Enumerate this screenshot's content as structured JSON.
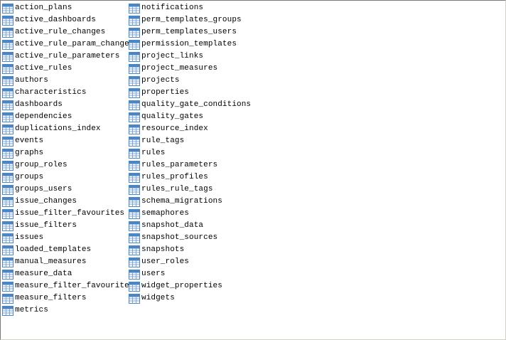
{
  "icon": "table-icon",
  "colors": {
    "icon_header": "#4a86c5",
    "icon_grid": "#7ba6d6",
    "icon_body": "#ffffff"
  },
  "tables": {
    "column1": [
      "action_plans",
      "active_dashboards",
      "active_rule_changes",
      "active_rule_param_changes",
      "active_rule_parameters",
      "active_rules",
      "authors",
      "characteristics",
      "dashboards",
      "dependencies",
      "duplications_index",
      "events",
      "graphs",
      "group_roles",
      "groups",
      "groups_users",
      "issue_changes",
      "issue_filter_favourites",
      "issue_filters",
      "issues",
      "loaded_templates",
      "manual_measures",
      "measure_data",
      "measure_filter_favourites",
      "measure_filters",
      "metrics"
    ],
    "column2": [
      "notifications",
      "perm_templates_groups",
      "perm_templates_users",
      "permission_templates",
      "project_links",
      "project_measures",
      "projects",
      "properties",
      "quality_gate_conditions",
      "quality_gates",
      "resource_index",
      "rule_tags",
      "rules",
      "rules_parameters",
      "rules_profiles",
      "rules_rule_tags",
      "schema_migrations",
      "semaphores",
      "snapshot_data",
      "snapshot_sources",
      "snapshots",
      "user_roles",
      "users",
      "widget_properties",
      "widgets"
    ]
  }
}
